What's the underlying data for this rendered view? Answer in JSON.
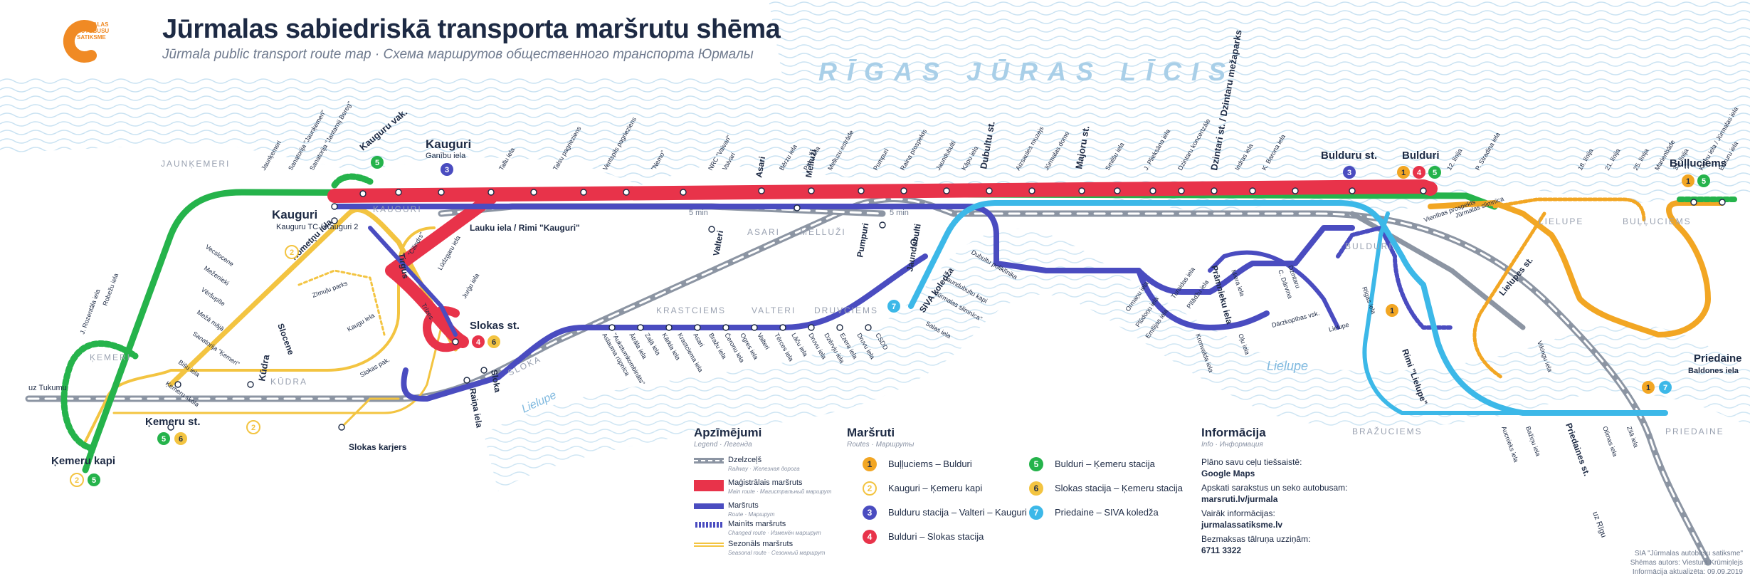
{
  "header": {
    "title": "Jūrmalas sabiedriskā transporta maršrutu shēma",
    "subtitle": "Jūrmala public transport route map · Схема маршрутов общественного транспорта Юрмалы",
    "logo_text": "JŪRMALAS AUTOBUSU SATIKSME"
  },
  "sea_label": "RĪGAS JŪRAS LĪCIS",
  "river_label": "Lielupe",
  "colors": {
    "trunk": "#e8334a",
    "route": "#4a4cc0",
    "green": "#25b34b",
    "yellow": "#f3c441",
    "orange": "#f2a623",
    "cyan": "#3cb8e8",
    "rail": "#8c95a3",
    "text": "#1d2a44",
    "muted": "#9aa2b1"
  },
  "districts": [
    "JAUNĶEMERI",
    "KAUGURI",
    "ASARI",
    "MELLUŽI",
    "KRASTCIEMS",
    "VALTERI",
    "DRUVCIEMS",
    "SLOKA",
    "KŪDRA",
    "ĶEMERI",
    "BULDURI",
    "LIELUPE",
    "BUĻĻUCIEMS",
    "BRAŽUCIEMS",
    "PRIEDAINE"
  ],
  "stations": {
    "kauguri_vak": "Kauguru vak.",
    "kauguri_ganibu": "Kauguri",
    "ganibu_iela": "Ganību iela",
    "kauguri_main": "Kauguri",
    "kauguri_tc": "Kauguru TC / Kauguri 2",
    "lauku_iela": "Lauku iela / Rimi \"Kauguri\"",
    "slokas_st": "Slokas st.",
    "kemeru_st": "Ķemeru st.",
    "kemeru_kapi": "Ķemeru kapi",
    "dubultu_st": "Dubultu st.",
    "majoru_st": "Majoru st.",
    "dzintaru": "Dzintari st. / Dzintaru mežaparks",
    "bulduru_st": "Bulduru st.",
    "bulduri": "Bulduri",
    "bullciems": "Buļļuciems",
    "priedaine": "Priedaine",
    "baldones": "Baldones iela",
    "siva": "SIVA koledža",
    "pumpuri": "Pumpuri",
    "valteri": "Valteri",
    "jaundubulti": "Jaundubulti",
    "rimi_lielupe": "Rimi \"Lielupe\"",
    "lielupes_st": "Lielupes st.",
    "priedaines_st": "Priedaines st.",
    "kudra": "Kūdra",
    "slocene": "Slocene",
    "slokas_karjers": "Slokas karjers",
    "pramnieku": "Prāmnieku iela",
    "tirgus": "Tirgus",
    "rauna": "Raiņa iela",
    "sloka": "Sloka",
    "uz_tukumu": "uz Tukumu",
    "uz_rigu": "uz Rīgu",
    "nometnu": "Nometņu iela",
    "asari": "Asari",
    "melluzi": "Melluži",
    "min5a": "5 min",
    "min5b": "5 min"
  },
  "stop_labels_top": [
    "Jaunķemeri",
    "Sanatorija \"Jaunķemeri\"",
    "Sanatorija \"Jantarnij Bereg\"",
    "Tallu iela",
    "Talsu pagrieziens",
    "Ventspils pagrieziens",
    "\"Nemo\"",
    "NRC \"Vaivari\"",
    "Vaivari",
    "Bērzu iela",
    "Puķu iela",
    "Melluzu estrāde",
    "Pumpuri",
    "Raina prospekts",
    "Jaundubulti",
    "Kāpu iela",
    "Aizsaules muzejs",
    "Jūrmalas dome",
    "Smilšu iela",
    "J. Plieksāna iela",
    "Dzintaru koncertzāle",
    "Indras iela",
    "K. Barona iela",
    "12. līnija",
    "P. Stradiņa iela",
    "18. līnija",
    "21. līnija",
    "25. līnija",
    "Marienbāde",
    "33. līnija",
    "Kūdru iela / Jūrmalas iela",
    "Enkuru iela"
  ],
  "stop_labels_left": [
    "Vecslocene",
    "Meženieki",
    "Vēršupīte",
    "Mežā mājā",
    "Sanatorija \"Ķemeri\"",
    "Bišu iela",
    "Ķemeru skola",
    "J. Rozentāla iela",
    "Robežu iela",
    "Lūdzgaru iela",
    "Jurģu iela",
    "\"Cilindrs\"",
    "Trīzes",
    "Kaugu iela",
    "Slokas pak.",
    "Zīmuļu parks"
  ],
  "stop_labels_mid": [
    "Aslauma rūpnīca",
    "\"Aukstumkombināts\"",
    "Ātrāla iela",
    "Zaļā iela",
    "Kārkla iela",
    "Krastciema iela",
    "Asari",
    "Bražu iela",
    "Čeronu iela",
    "Ogres iela",
    "Valteri",
    "Tērces iela",
    "Lāču iela",
    "Druvu iela",
    "Dzērvju iela",
    "Ezera iela",
    "Druvu iela",
    "CSDD",
    "Jaundubultu kapi",
    "\"Jūrmalas slimnīca\"",
    "Salas iela",
    "Dubultu poliklīnika"
  ],
  "stop_labels_right": [
    "Ormaņu iela",
    "Plūdoņu iela",
    "Emīlijas iela",
    "Turaidas iela",
    "Pīlādžu iela",
    "Kronvalda iela",
    "Miera iela",
    "Oļu iela",
    "C. Dārvina",
    "Dzintaru",
    "Dārzkopības vsk.",
    "Rīgas iela",
    "Lielupe",
    "Vienības prospekts",
    "Jūrmalas slimnīca",
    "Vikingu iela",
    "Aucnieks iela",
    "Bažiņu iela",
    "Olimas iela",
    "Zilā iela"
  ],
  "legend": {
    "title": "Apzīmējumi",
    "title_sub": "Legend · Легенда",
    "items": [
      {
        "label": "Dzelzceļš",
        "sub": "Railway · Железная дорога",
        "kind": "rail"
      },
      {
        "label": "Maģistrālais maršruts",
        "sub": "Main route · Магистральный маршрут",
        "kind": "trunk"
      },
      {
        "label": "Maršruts",
        "sub": "Route · Маршрут",
        "kind": "route"
      },
      {
        "label": "Mainīts maršruts",
        "sub": "Changed route · Изменён маршрут",
        "kind": "changed"
      },
      {
        "label": "Sezonāls maršruts",
        "sub": "Seasonal route · Сезонный маршрут",
        "kind": "seasonal"
      }
    ]
  },
  "routes_box": {
    "title": "Maršruti",
    "title_sub": "Routes · Маршруты",
    "items": [
      {
        "num": "1",
        "text": "Buļļuciems – Bulduri",
        "color": "#f2a623",
        "style": "solid"
      },
      {
        "num": "2",
        "text": "Kauguri – Ķemeru kapi",
        "color": "#f3c441",
        "style": "outline"
      },
      {
        "num": "3",
        "text": "Bulduru stacija – Valteri – Kauguri",
        "color": "#4a4cc0",
        "style": "solid"
      },
      {
        "num": "4",
        "text": "Bulduri – Slokas stacija",
        "color": "#e8334a",
        "style": "solid"
      },
      {
        "num": "5",
        "text": "Bulduri – Ķemeru stacija",
        "color": "#25b34b",
        "style": "solid"
      },
      {
        "num": "6",
        "text": "Slokas stacija – Ķemeru stacija",
        "color": "#f3c441",
        "style": "solid"
      },
      {
        "num": "7",
        "text": "Priedaine – SIVA koledža",
        "color": "#3cb8e8",
        "style": "solid"
      }
    ]
  },
  "info": {
    "title": "Informācija",
    "title_sub": "Info · Информация",
    "plan_label": "Plāno savu ceļu tiešsaistē:",
    "plan_value": "Google Maps",
    "schedule_label": "Apskati sarakstus un seko autobusam:",
    "schedule_value": "marsruti.lv/jurmala",
    "more_label": "Vairāk informācijas:",
    "more_value": "jurmalassatiksme.lv",
    "phone_label": "Bezmaksas tālruņa uzziņām:",
    "phone_value": "6711 3322"
  },
  "credits": {
    "company": "SIA \"Jūrmalas autobusu satiksme\"",
    "author": "Shēmas autors: Viesturs Krūmiņlejs",
    "updated": "Informācija aktualizēta: 09.09.2019"
  }
}
